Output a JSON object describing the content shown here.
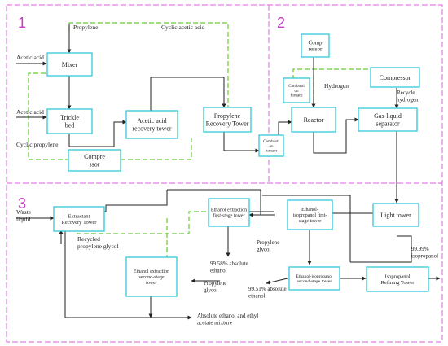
{
  "colors": {
    "section_border": "#e080e0",
    "box_border": "#33c8d8",
    "recycle": "#66cc33",
    "arrow": "#222222",
    "section_number": "#c040c0"
  },
  "sections": [
    "1",
    "2",
    "3"
  ],
  "units": {
    "mixer": "Mixer",
    "trickle_bed": [
      "Trickle",
      "bed"
    ],
    "compressor_1": [
      "Compre",
      "ssor"
    ],
    "acetic_acid_recovery": [
      "Acetic acid",
      "recovery tower"
    ],
    "propylene_recovery": [
      "Propylene",
      "Recovery Tower"
    ],
    "combustion_furnace_1": [
      "Combusti",
      "on",
      "furnace"
    ],
    "combustion_furnace_2": [
      "Combusti",
      "on",
      "furnace"
    ],
    "compressor_top": [
      "Comp",
      "ressor"
    ],
    "compressor_right": "Compressor",
    "reactor": "Reactor",
    "gas_liquid_separator": [
      "Gas-liquid",
      "separator"
    ],
    "light_tower": "Light tower",
    "extractant_recovery": [
      "Extractant",
      "Recovery Tower"
    ],
    "ethanol_first_stage": [
      "Ethanol extraction",
      "first-stage tower"
    ],
    "ethanol_second_stage": [
      "Ethanol extraction",
      "second-stage",
      "tower"
    ],
    "ethanol_isopropanol_first": [
      "Ethanol-",
      "isopropanol first-",
      "stage tower"
    ],
    "ethanol_isopropanol_second": [
      "Ethanol-isopropanol",
      "second-stage tower"
    ],
    "isopropanol_refining": [
      "Isopropanol",
      "Refining Tower"
    ]
  },
  "labels": {
    "propylene": "Propylene",
    "cyclic_acetic_acid": "Cyclic acetic acid",
    "acetic_acid_1": "Acetic acid",
    "acetic_acid_2": "Acetic acid",
    "cyclic_propylene": "Cyclic propylene",
    "hydrogen": "Hydrogen",
    "recycle_hydrogen": [
      "Recycle",
      "hydrogen"
    ],
    "waste_liquid": [
      "Waste",
      "liquid"
    ],
    "recycled_propylene_glycol": [
      "Recycled",
      "propylene glycol"
    ],
    "absolute_ethanol_9958": [
      "99.58% absolute",
      "ethanol"
    ],
    "propylene_glycol_1": [
      "Propylene",
      "glycol"
    ],
    "propylene_glycol_2": [
      "Propylene",
      "glycol"
    ],
    "absolute_ethanol_9951": [
      "99.51% absolute",
      "ethanol"
    ],
    "isopropanol_9999": [
      "99.99%",
      "isopropanol"
    ],
    "ethanol_ethyl_acetate": [
      "Absolute ethanol and ethyl",
      "acetate mixture"
    ]
  }
}
